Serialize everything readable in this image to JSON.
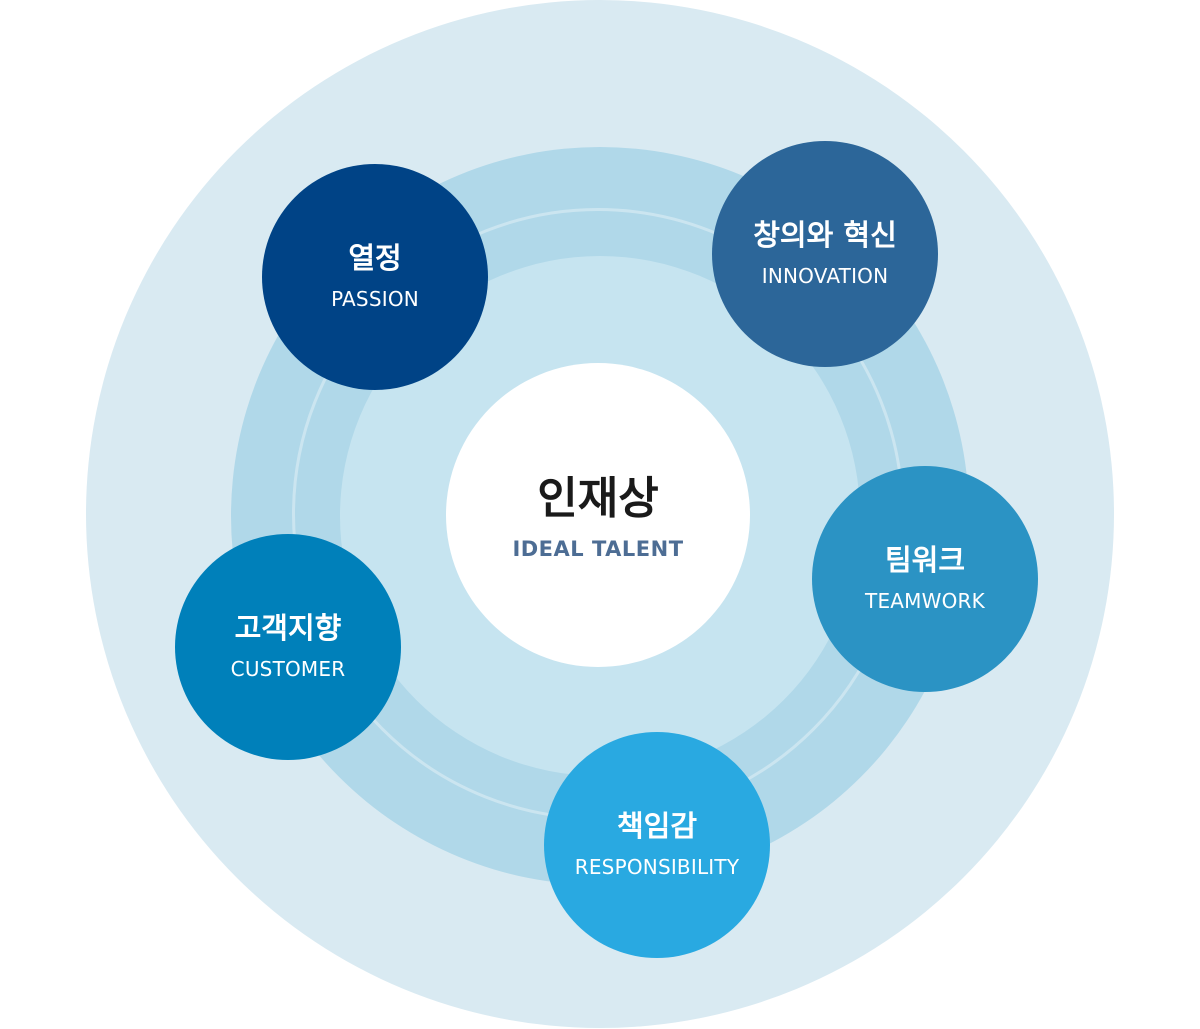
{
  "center": {
    "title": "인재상",
    "subtitle": "IDEAL TALENT"
  },
  "nodes": [
    {
      "id": "passion",
      "title": "열정",
      "subtitle": "PASSION",
      "color": "#004386"
    },
    {
      "id": "innovation",
      "title": "창의와 혁신",
      "subtitle": "INNOVATION",
      "color": "#2c6699"
    },
    {
      "id": "teamwork",
      "title": "팀워크",
      "subtitle": "TEAMWORK",
      "color": "#2b93c4"
    },
    {
      "id": "responsibility",
      "title": "책임감",
      "subtitle": "RESPONSIBILITY",
      "color": "#29a9e1"
    },
    {
      "id": "customer",
      "title": "고객지향",
      "subtitle": "CUSTOMER",
      "color": "#0080ba"
    }
  ],
  "colors": {
    "outer_ring": "#d9eaf2",
    "middle_ring": "#b0d8e9",
    "inner_band": "#c6e4f0",
    "center_fill": "#ffffff",
    "center_subtitle": "#4d6d94"
  }
}
